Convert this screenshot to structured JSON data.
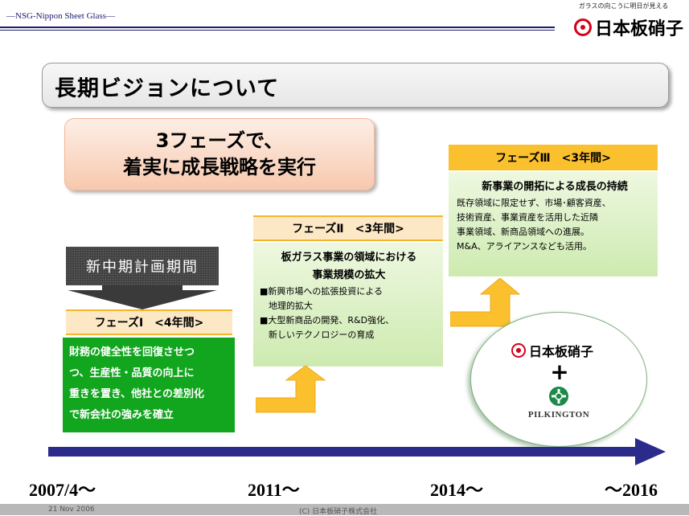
{
  "header": {
    "company_tag": "NSG-Nippon Sheet Glass",
    "tagline": "ガラスの向こうに明日が見える",
    "logo_text": "日本板硝子"
  },
  "slide": {
    "title": "長期ビジョンについて",
    "slogan_line1": "3フェーズで、",
    "slogan_line2": "着実に成長戦略を実行",
    "plan_label": "新中期計画期間"
  },
  "phases": [
    {
      "header": "フェーズⅠ　<4年間>",
      "lines": [
        "財務の健全性を回復させつ",
        "つ、生産性・品質の向上に",
        "重きを置き、他社との差別化",
        "で新会社の強みを確立"
      ]
    },
    {
      "header": "フェーズⅡ　<3年間>",
      "heading_line1": "板ガラス事業の領域における",
      "heading_line2": "事業規模の拡大",
      "lines": [
        "■新興市場への拡張投資による",
        "　地理的拡大",
        "■大型新商品の開発、R&D強化、",
        "　新しいテクノロジーの育成"
      ]
    },
    {
      "header": "フェーズⅢ　<3年間>",
      "heading": "新事業の開拓による成長の持続",
      "lines": [
        "既存領域に限定せず、市場･顧客資産、",
        "技術資産、事業資産を活用した近隣",
        "事業領域、新商品領域への進展。",
        "M&A、アライアンスなども活用。"
      ]
    }
  ],
  "merger": {
    "logo_text": "日本板硝子",
    "plus": "+",
    "partner": "PILKINGTON"
  },
  "timeline": {
    "years": [
      "2007/4～",
      "2011～",
      "2014～",
      "～2016"
    ]
  },
  "footer": {
    "date": "21 Nov 2006",
    "copyright": "(C) 日本板硝子株式会社"
  },
  "colors": {
    "brand_red": "#d6001c",
    "timeline_blue": "#2b2b8c",
    "phase1_green": "#12a51e",
    "phase_header_orange": "#fbc02d"
  }
}
